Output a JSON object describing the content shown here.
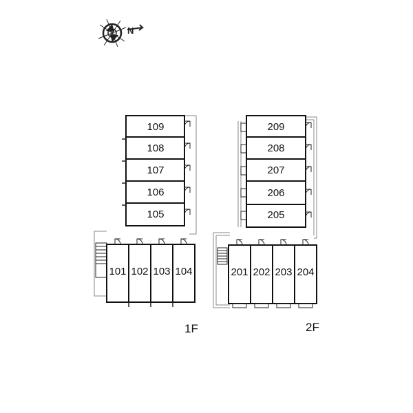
{
  "compass": {
    "icon": "compass-icon",
    "north_label": "N"
  },
  "floors": [
    {
      "id": "1F",
      "label": "1F",
      "vertical_units": [
        "109",
        "108",
        "107",
        "106",
        "105"
      ],
      "horizontal_units": [
        "101",
        "102",
        "103",
        "104"
      ]
    },
    {
      "id": "2F",
      "label": "2F",
      "vertical_units": [
        "209",
        "208",
        "207",
        "206",
        "205"
      ],
      "horizontal_units": [
        "201",
        "202",
        "203",
        "204"
      ]
    }
  ],
  "colors": {
    "wall": "#111111",
    "outline": "#888888",
    "background": "#ffffff"
  }
}
